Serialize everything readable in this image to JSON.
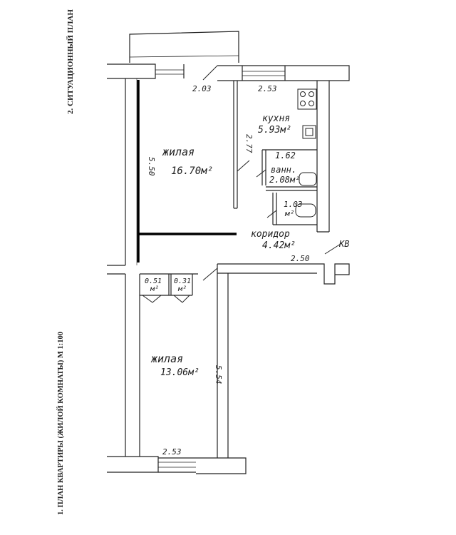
{
  "titles": {
    "situation": "2. СИТУАЦИОННЫЙ ПЛАН",
    "plan": "1. ПЛАН КВАРТИРЫ (ЖИЛОЙ КОМНАТЫ) М 1:100"
  },
  "rooms": {
    "living_top": {
      "name": "жилая",
      "area": "16.70м²"
    },
    "kitchen": {
      "name": "кухня",
      "area": "5.93м²"
    },
    "bath": {
      "dim": "1.62",
      "name": "ванн.",
      "area": "2.08м²"
    },
    "wc": {
      "dim": "1.03",
      "area": "м²"
    },
    "corridor": {
      "name": "коридор",
      "area": "4.42м²"
    },
    "closet_1": {
      "dim": "0.51",
      "area": "м²"
    },
    "closet_2": {
      "dim": "0.31",
      "area": "м²"
    },
    "living_bottom": {
      "name": "жилая",
      "area": "13.06м²"
    }
  },
  "dimensions": {
    "top_left": "2.03",
    "top_right": "2.53",
    "kitchen_height": "2.77",
    "living_height": "5.50",
    "corridor_width": "2.50",
    "bottom_height": "5.54",
    "bottom_width": "2.53"
  },
  "markers": {
    "kv": "КВ"
  }
}
